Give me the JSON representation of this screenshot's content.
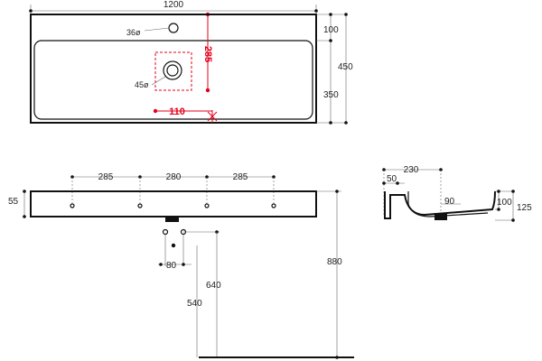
{
  "top_view": {
    "overall_width": "1200",
    "hole_dia": "36ø",
    "drain_dia": "45ø",
    "tap_hole_to_drain": "285",
    "drain_offset": "110",
    "depth_total": "450",
    "depth_front": "100",
    "depth_back": "350"
  },
  "front_view": {
    "thickness": "55",
    "spacing_left": "285",
    "spacing_mid": "280",
    "spacing_right": "285",
    "waste_spacing": "80",
    "height_floor": "880",
    "waste_height_a": "640",
    "waste_height_b": "540"
  },
  "section_view": {
    "width_top": "230",
    "rim": "50",
    "drain_pos": "90",
    "bowl_depth": "100",
    "total_height": "125"
  }
}
